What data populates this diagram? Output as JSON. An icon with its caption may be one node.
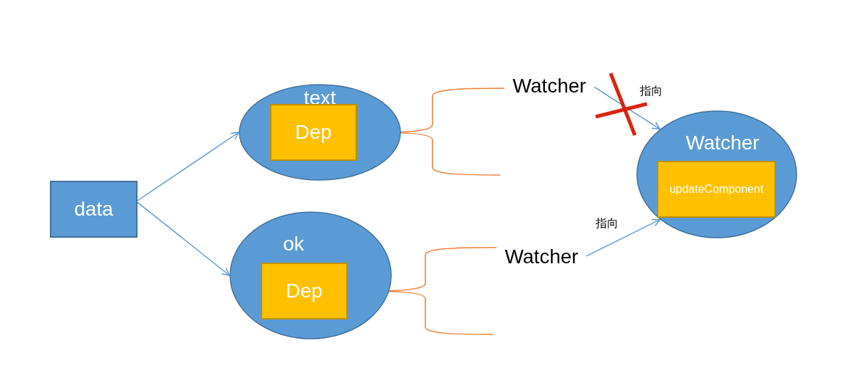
{
  "diagram": {
    "nodes": [
      {
        "text": [
          "data"
        ]
      },
      {
        "text": [
          "text"
        ]
      },
      {
        "text": [
          "Dep"
        ],
        "in": 1
      },
      {
        "text": [
          "ok"
        ]
      },
      {
        "text": [
          "Dep"
        ],
        "in": 3
      },
      {
        "text": [
          "Watcher"
        ]
      },
      {
        "text": [
          "Watcher"
        ]
      },
      {
        "text": [
          "updateComponent"
        ],
        "in": 6
      },
      {
        "text": [
          "Watcher"
        ]
      }
    ],
    "edges": [
      {
        "from": 0,
        "to": 1,
        "arrow": "to",
        "color": "#5b9bd5"
      },
      {
        "from": 0,
        "to": 3,
        "arrow": "to",
        "color": "#5b9bd5"
      },
      {
        "from": 2,
        "to": 5,
        "arrow": "none",
        "color": "#ed7d31"
      },
      {
        "from": 2,
        "to": null,
        "arrow": "none",
        "color": "#ed7d31"
      },
      {
        "from": 4,
        "to": 8,
        "arrow": "none",
        "color": "#ed7d31"
      },
      {
        "from": 4,
        "to": null,
        "arrow": "none",
        "color": "#ed7d31"
      },
      {
        "from": 5,
        "to": 6,
        "arrow": "to",
        "label": "指向",
        "color": "#5b9bd5"
      },
      {
        "from": 8,
        "to": 6,
        "arrow": "to",
        "label": "指向",
        "color": "#5b9bd5"
      }
    ]
  }
}
